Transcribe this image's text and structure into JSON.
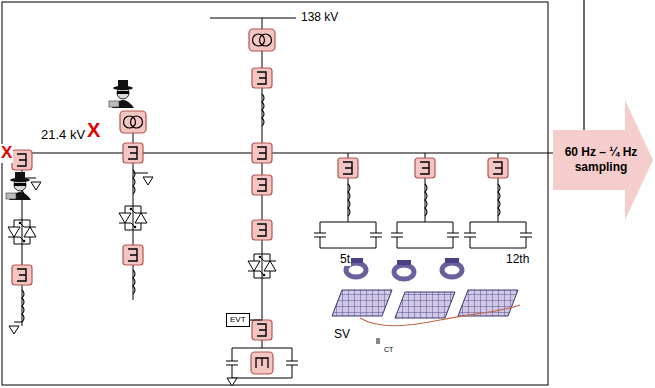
{
  "diagram": {
    "nodes": [
      {
        "text": [
          "60 Hz – ¼ Hz sampling"
        ]
      },
      {
        "text": [
          "EVT"
        ]
      }
    ],
    "labels": [
      "138 kV",
      "X",
      "21.4 kV",
      "X",
      "5t",
      "12th",
      "SV",
      "CT"
    ]
  }
}
